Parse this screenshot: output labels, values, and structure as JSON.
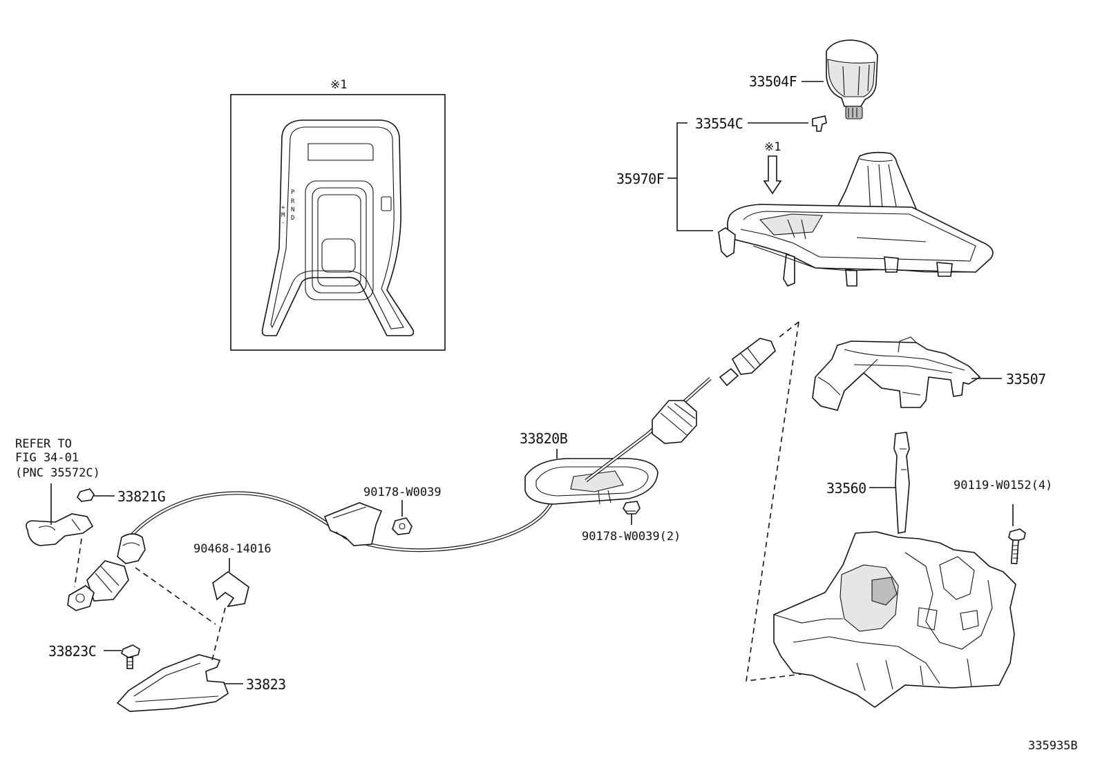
{
  "diagram_id": "335935B",
  "inset": {
    "marker": "※1",
    "gate_letters": [
      "P",
      "R",
      "N",
      "D"
    ],
    "manual_letters": [
      "+",
      "M",
      "-"
    ]
  },
  "callouts": [
    {
      "id": "33504F",
      "text": "33504F"
    },
    {
      "id": "33554C",
      "text": "33554C"
    },
    {
      "id": "35970F",
      "text": "35970F"
    },
    {
      "id": "33507",
      "text": "33507"
    },
    {
      "id": "33560",
      "text": "33560"
    },
    {
      "id": "90119-W0152",
      "text": "90119-W0152(4)"
    },
    {
      "id": "33820B",
      "text": "33820B"
    },
    {
      "id": "90178-W0039",
      "text": "90178-W0039"
    },
    {
      "id": "90178-W0039-2",
      "text": "90178-W0039(2)"
    },
    {
      "id": "90468-14016",
      "text": "90468-14016"
    },
    {
      "id": "33821G",
      "text": "33821G"
    },
    {
      "id": "33823C",
      "text": "33823C"
    },
    {
      "id": "33823",
      "text": "33823"
    }
  ],
  "reference_note": [
    "REFER TO",
    "FIG 34-01",
    "(PNC 35572C)"
  ],
  "arrow_marker": "※1"
}
